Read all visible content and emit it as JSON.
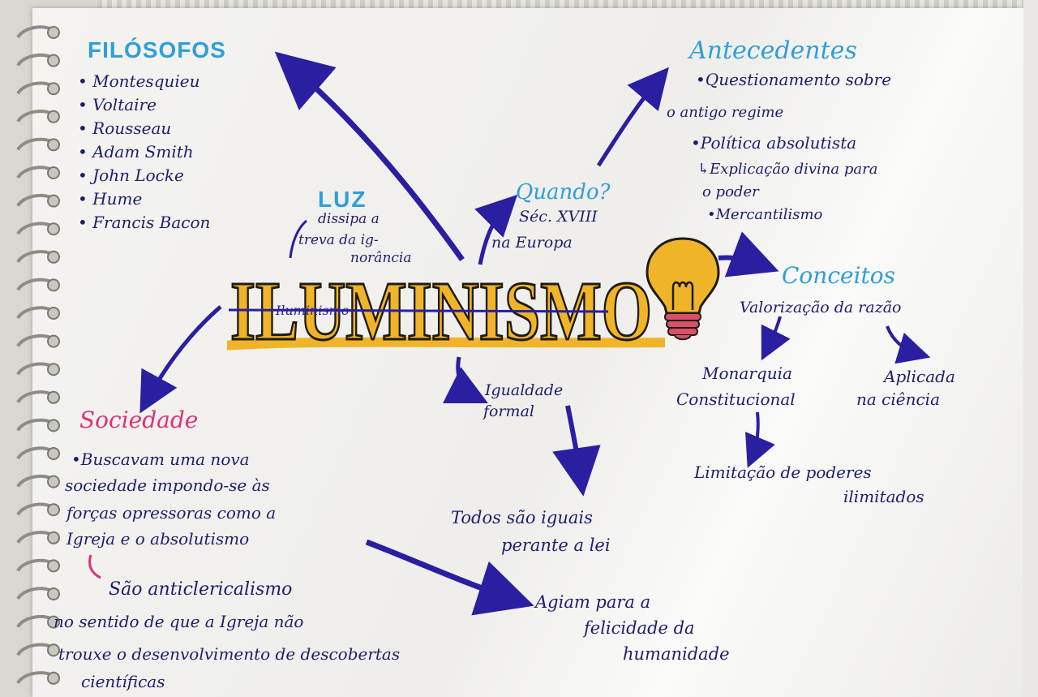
{
  "filosofos": {
    "heading": "FILÓSOFOS",
    "items": [
      "Montesquieu",
      "Voltaire",
      "Rousseau",
      "Adam Smith",
      "John Locke",
      "Hume",
      "Francis Bacon"
    ]
  },
  "luz": {
    "heading": "LUZ",
    "text_lines": [
      "dissipa a",
      "treva da ig-",
      "norância"
    ]
  },
  "quando": {
    "heading": "Quando?",
    "text_lines": [
      "Séc. XVIII",
      "na Europa"
    ]
  },
  "titulo": {
    "main": "ILUMINISMO",
    "overlay": "Iluminismo"
  },
  "antecedentes": {
    "heading": "Antecedentes",
    "items": [
      {
        "bullet": "•",
        "lines": [
          "Questionamento sobre",
          "o antigo regime"
        ]
      },
      {
        "bullet": "•",
        "lines": [
          "Política absolutista"
        ]
      },
      {
        "bullet": "↳",
        "lines": [
          "Explicação divina para",
          "o poder"
        ]
      },
      {
        "bullet": "•",
        "lines": [
          "Mercantilismo"
        ]
      }
    ]
  },
  "conceitos": {
    "heading": "Conceitos",
    "valorizacao": "Valorização da razão",
    "monarquia_lines": [
      "Monarquia",
      "Constitucional"
    ],
    "aplicada_lines": [
      "Aplicada",
      "na ciência"
    ],
    "limitacao_lines": [
      "Limitação de poderes",
      "ilimitados"
    ]
  },
  "igualdade": {
    "label_lines": [
      "Igualdade",
      "formal"
    ],
    "todos_lines": [
      "Todos são iguais",
      "perante a lei"
    ]
  },
  "sociedade": {
    "heading": "Sociedade",
    "lines": [
      "•Buscavam uma nova",
      "sociedade impondo-se às",
      "forças opressoras como a",
      "Igreja e o absolutismo"
    ],
    "anticlerical_lines": [
      "São anticlericalismo",
      "no sentido de que a Igreja não",
      "trouxe o desenvolvimento de descobertas",
      "científicas"
    ]
  },
  "agiam": {
    "lines": [
      "Agiam para a",
      "felicidade da",
      "humanidade"
    ]
  },
  "colors": {
    "ink_navy": "#1e1e6e",
    "ink_arrow": "#2a1fa0",
    "cyan": "#2f9fd8",
    "pink": "#e0307a",
    "gold": "#f0b428",
    "bulb_red": "#d8506a"
  }
}
